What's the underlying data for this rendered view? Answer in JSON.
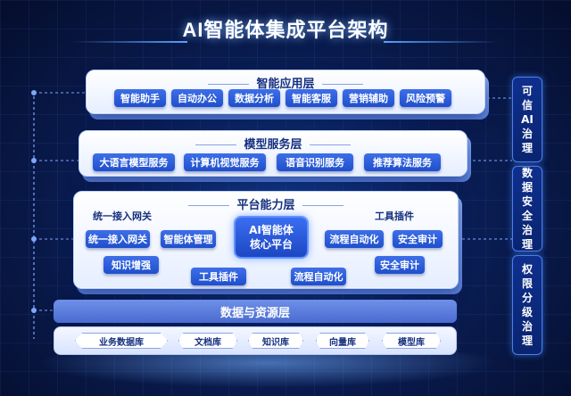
{
  "title": "AI智能体集成平台架构",
  "layers": {
    "application": {
      "title": "智能应用层",
      "items": [
        "智能助手",
        "自动办公",
        "数据分析",
        "智能客服",
        "营销辅助",
        "风险预警"
      ]
    },
    "model": {
      "title": "模型服务层",
      "items": [
        "大语言模型服务",
        "计算机视觉服务",
        "语音识别服务",
        "推荐算法服务"
      ]
    },
    "platform": {
      "title": "平台能力层",
      "core_line1": "AI智能体",
      "core_line2": "核心平台",
      "gateway_label": "统一接入网关",
      "gateway_chip": "统一接入网关",
      "agent_mgmt": "智能体管理",
      "knowledge": "知识增强",
      "tools_bottom": "工具插件",
      "workflow_bottom": "流程自动化",
      "tools_top": "工具插件",
      "workflow_right": "流程自动化",
      "audit_1": "安全审计",
      "audit_2": "安全审计"
    },
    "data": {
      "title": "数据与资源层",
      "items": [
        "业务数据库",
        "文档库",
        "知识库",
        "向量库",
        "模型库"
      ]
    }
  },
  "governance": [
    {
      "label": "可信AI治理"
    },
    {
      "label": "数据安全治理"
    },
    {
      "label": "权限分级治理"
    }
  ],
  "colors": {
    "accent": "#1f4fcc",
    "background": "#0a1e55",
    "panel": "#ffffff",
    "text": "#16307f"
  }
}
